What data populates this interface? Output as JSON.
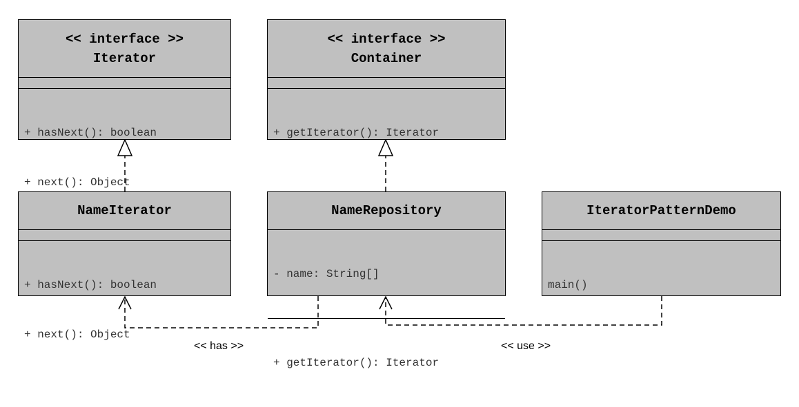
{
  "classes": {
    "iterator": {
      "stereotype": "<< interface >>",
      "name": "Iterator",
      "attributes": [],
      "methods": [
        "+ hasNext(): boolean",
        "+ next(): Object"
      ]
    },
    "container": {
      "stereotype": "<< interface >>",
      "name": "Container",
      "attributes": [],
      "methods": [
        "+ getIterator(): Iterator"
      ]
    },
    "name_iterator": {
      "name": "NameIterator",
      "attributes": [],
      "methods": [
        "+ hasNext(): boolean",
        "+ next(): Object"
      ]
    },
    "name_repository": {
      "name": "NameRepository",
      "attributes": [
        "- name: String[]"
      ],
      "methods": [
        "+ getIterator(): Iterator"
      ]
    },
    "demo": {
      "name": "IteratorPatternDemo",
      "attributes": [],
      "methods": [
        "main()"
      ]
    }
  },
  "relations": {
    "has_label": "<< has >>",
    "use_label": "<< use >>"
  }
}
